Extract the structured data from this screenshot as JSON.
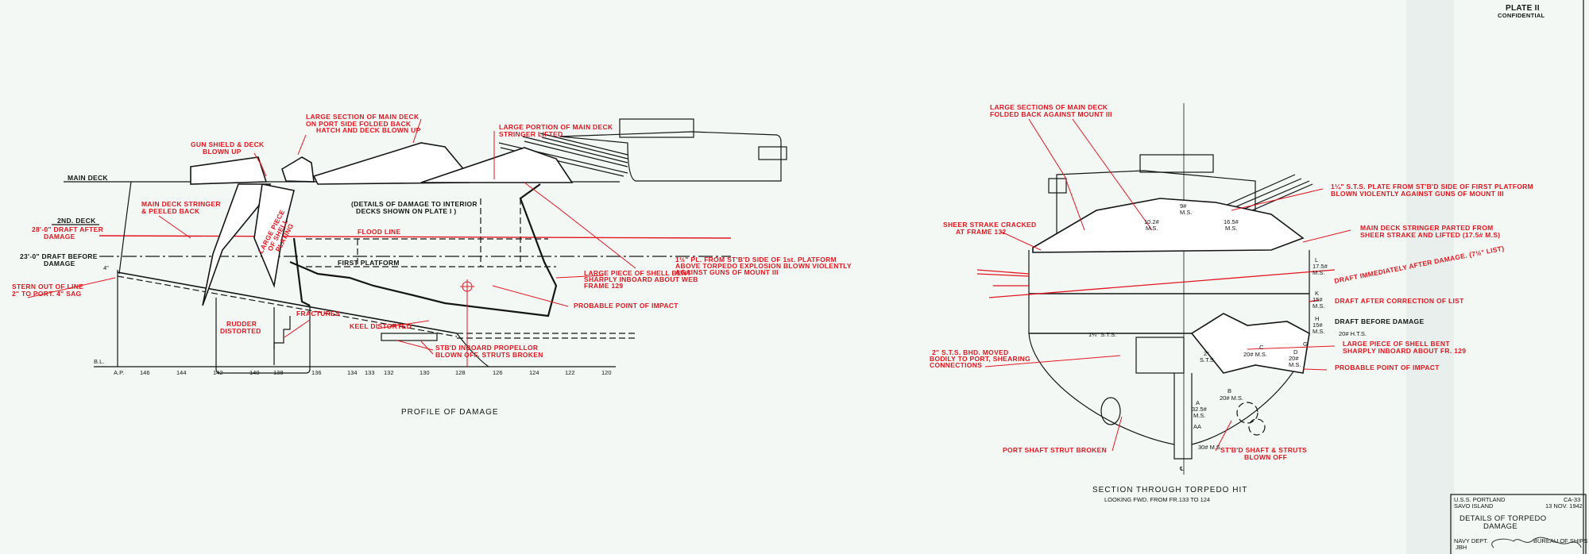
{
  "plate": {
    "number": "PLATE II",
    "classification": "CONFIDENTIAL"
  },
  "profile": {
    "title": "PROFILE OF DAMAGE",
    "deck_labels": {
      "main_deck": "MAIN DECK",
      "second_deck": "2ND. DECK",
      "first_platform": "FIRST PLATFORM",
      "flood_line": "FLOOD LINE",
      "baseline": "B.L.",
      "sag_mark": "4\""
    },
    "drafts": {
      "after": [
        "28'-0\" DRAFT AFTER",
        "DAMAGE"
      ],
      "before": [
        "23'-0\" DRAFT BEFORE",
        "DAMAGE"
      ]
    },
    "callouts": {
      "gun_shield": [
        "GUN SHIELD & DECK",
        "BLOWN UP"
      ],
      "hatch": [
        "HATCH AND DECK BLOWN UP"
      ],
      "main_deck_folded": [
        "LARGE SECTION OF MAIN DECK",
        "ON PORT SIDE FOLDED BACK"
      ],
      "stringer_lifted": [
        "LARGE PORTION OF MAIN DECK",
        "STRINGER LIFTED"
      ],
      "stringer_peeled": [
        "MAIN DECK STRINGER",
        "& PEELED BACK"
      ],
      "interior_note": [
        "(DETAILS OF DAMAGE TO INTERIOR",
        "DECKS SHOWN ON PLATE I )"
      ],
      "plate_blown": [
        "1½\" PL. FROM ST'B'D SIDE OF 1st. PLATFORM",
        "ABOVE TORPEDO EXPLOSION BLOWN VIOLENTLY",
        "AGAINST GUNS OF MOUNT III"
      ],
      "shell_plating": [
        "LARGE PIECE",
        "OF SHELL",
        "PLATING"
      ],
      "shell_bent": [
        "LARGE PIECE OF SHELL BENT",
        "SHARPLY INBOARD ABOUT WEB",
        "FRAME 129"
      ],
      "impact": [
        "PROBABLE POINT OF IMPACT"
      ],
      "stern": [
        "STERN OUT OF LINE",
        "2\" TO PORT. 4\" SAG"
      ],
      "fractures": [
        "FRACTURES"
      ],
      "rudder": [
        "RUDDER",
        "DISTORTED"
      ],
      "keel": [
        "KEEL DISTORTED"
      ],
      "propellor": [
        "STB'D INBOARD PROPELLOR",
        "BLOWN OFF. STRUTS BROKEN"
      ]
    },
    "frames": [
      "A.P.",
      "146",
      "144",
      "142",
      "140",
      "138",
      "136",
      "134",
      "133",
      "132",
      "130",
      "128",
      "126",
      "124",
      "122",
      "120"
    ]
  },
  "section": {
    "title": "SECTION THROUGH TORPEDO HIT",
    "subtitle": "LOOKING FWD. FROM FR.133 TO 124",
    "callouts": {
      "main_deck_folded": [
        "LARGE SECTIONS OF MAIN DECK",
        "FOLDED BACK AGAINST MOUNT III"
      ],
      "sts_plate": [
        "1¼\" S.T.S. PLATE FROM ST'B'D SIDE OF FIRST PLATFORM",
        "BLOWN VIOLENTLY AGAINST GUNS OF MOUNT III"
      ],
      "sheer_strake": [
        "SHEER STRAKE CRACKED",
        "AT FRAME 132"
      ],
      "stringer_parted": [
        "MAIN DECK STRINGER PARTED FROM",
        "SHEER STRAKE AND LIFTED (17.5# M.S)"
      ],
      "draft_immediate": [
        "DRAFT IMMEDIATELY AFTER DAMAGE. (7½° LIST)"
      ],
      "draft_corrected": [
        "DRAFT AFTER CORRECTION OF LIST"
      ],
      "draft_before": [
        "DRAFT BEFORE DAMAGE"
      ],
      "shell_bent": [
        "LARGE PIECE OF SHELL BENT",
        "SHARPLY INBOARD ABOUT FR. 129"
      ],
      "impact": [
        "PROBABLE POINT OF IMPACT"
      ],
      "bhd_moved": [
        "2\" S.T.S. BHD. MOVED",
        "BODILY TO PORT, SHEARING",
        "CONNECTIONS"
      ],
      "port_strut": [
        "PORT SHAFT STRUT BROKEN"
      ],
      "stbd_shaft": [
        "ST'B'D SHAFT & STRUTS",
        "BLOWN OFF"
      ]
    },
    "marks": {
      "sts_deck": "1¼\" S.T.S.",
      "hts": "20# H.T.S.",
      "L": [
        "L",
        "17.5#",
        "M.S."
      ],
      "K": [
        "K",
        "15#",
        "M.S."
      ],
      "H": [
        "H",
        "15#",
        "M.S."
      ],
      "G": "G",
      "D": [
        "D",
        "20#",
        "M.S."
      ],
      "C": [
        "C",
        "20# M.S."
      ],
      "B": [
        "B",
        "20# M.S."
      ],
      "A": [
        "A",
        "32.5#",
        "M.S."
      ],
      "AA": "AA",
      "keel_plate": "30# M.S.",
      "bhd": [
        "2\"",
        "S.T.S."
      ],
      "deck1": [
        "9#",
        "M.S."
      ],
      "deck2": [
        "10.2#",
        "M.S."
      ],
      "deck3": [
        "16.5#",
        "M.S."
      ],
      "centerline": "℄"
    }
  },
  "title_block": {
    "ship": "U.S.S. PORTLAND",
    "hull": "CA-33",
    "location": "SAVO ISLAND",
    "date": "13 NOV. 1942",
    "title": [
      "DETAILS OF TORPEDO",
      "DAMAGE"
    ],
    "dept": "NAVY DEPT.",
    "bureau": "BUREAU OF SHIPS",
    "initials": "JBH"
  }
}
